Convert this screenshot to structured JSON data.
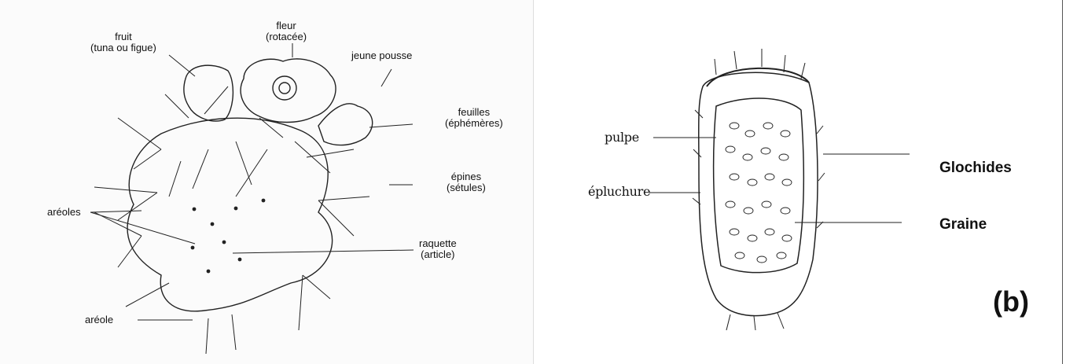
{
  "panel_a": {
    "labels": {
      "fruit": "fruit",
      "fruit_sub": "(tuna ou figue)",
      "fleur": "fleur",
      "fleur_sub": "(rotacée)",
      "jeune_pousse": "jeune pousse",
      "feuilles": "feuilles",
      "feuilles_sub": "(éphémères)",
      "epines": "épines",
      "epines_sub": "(sétules)",
      "areoles": "aréoles",
      "raquette": "raquette",
      "raquette_sub": "(article)",
      "areole": "aréole"
    }
  },
  "panel_b": {
    "labels": {
      "pulpe": "pulpe",
      "epluchure": "épluchure",
      "glochides": "Glochides",
      "graine": "Graine"
    },
    "tag": "(b)"
  }
}
